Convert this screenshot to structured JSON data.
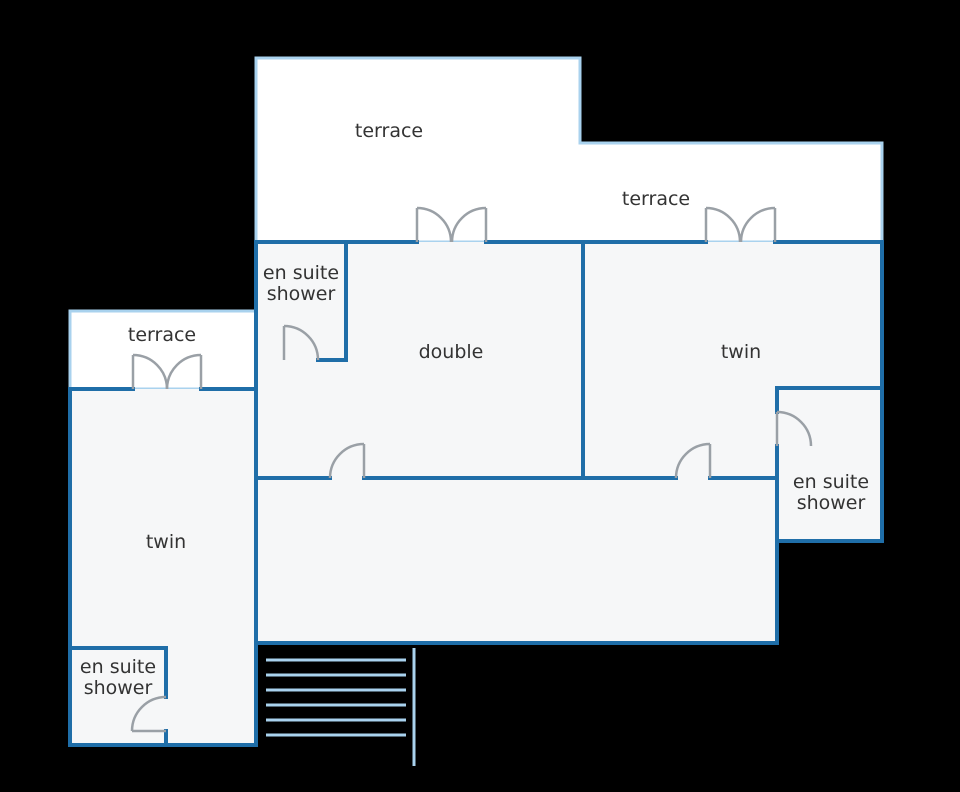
{
  "colors": {
    "background": "#000000",
    "interior_wall": "#1f6ea8",
    "terrace_wall": "#a9d2ee",
    "room_fill": "#f6f7f8",
    "terrace_fill": "#ffffff",
    "door": "#9aa0a6",
    "stair": "#a9d2ee"
  },
  "rooms": {
    "terrace_top_left": "terrace",
    "terrace_top_right": "terrace",
    "terrace_left": "terrace",
    "double": "double",
    "twin_right": "twin",
    "twin_left": "twin",
    "ensuite_top_line1": "en suite",
    "ensuite_top_line2": "shower",
    "ensuite_right_line1": "en suite",
    "ensuite_right_line2": "shower",
    "ensuite_bottom_line1": "en suite",
    "ensuite_bottom_line2": "shower"
  }
}
